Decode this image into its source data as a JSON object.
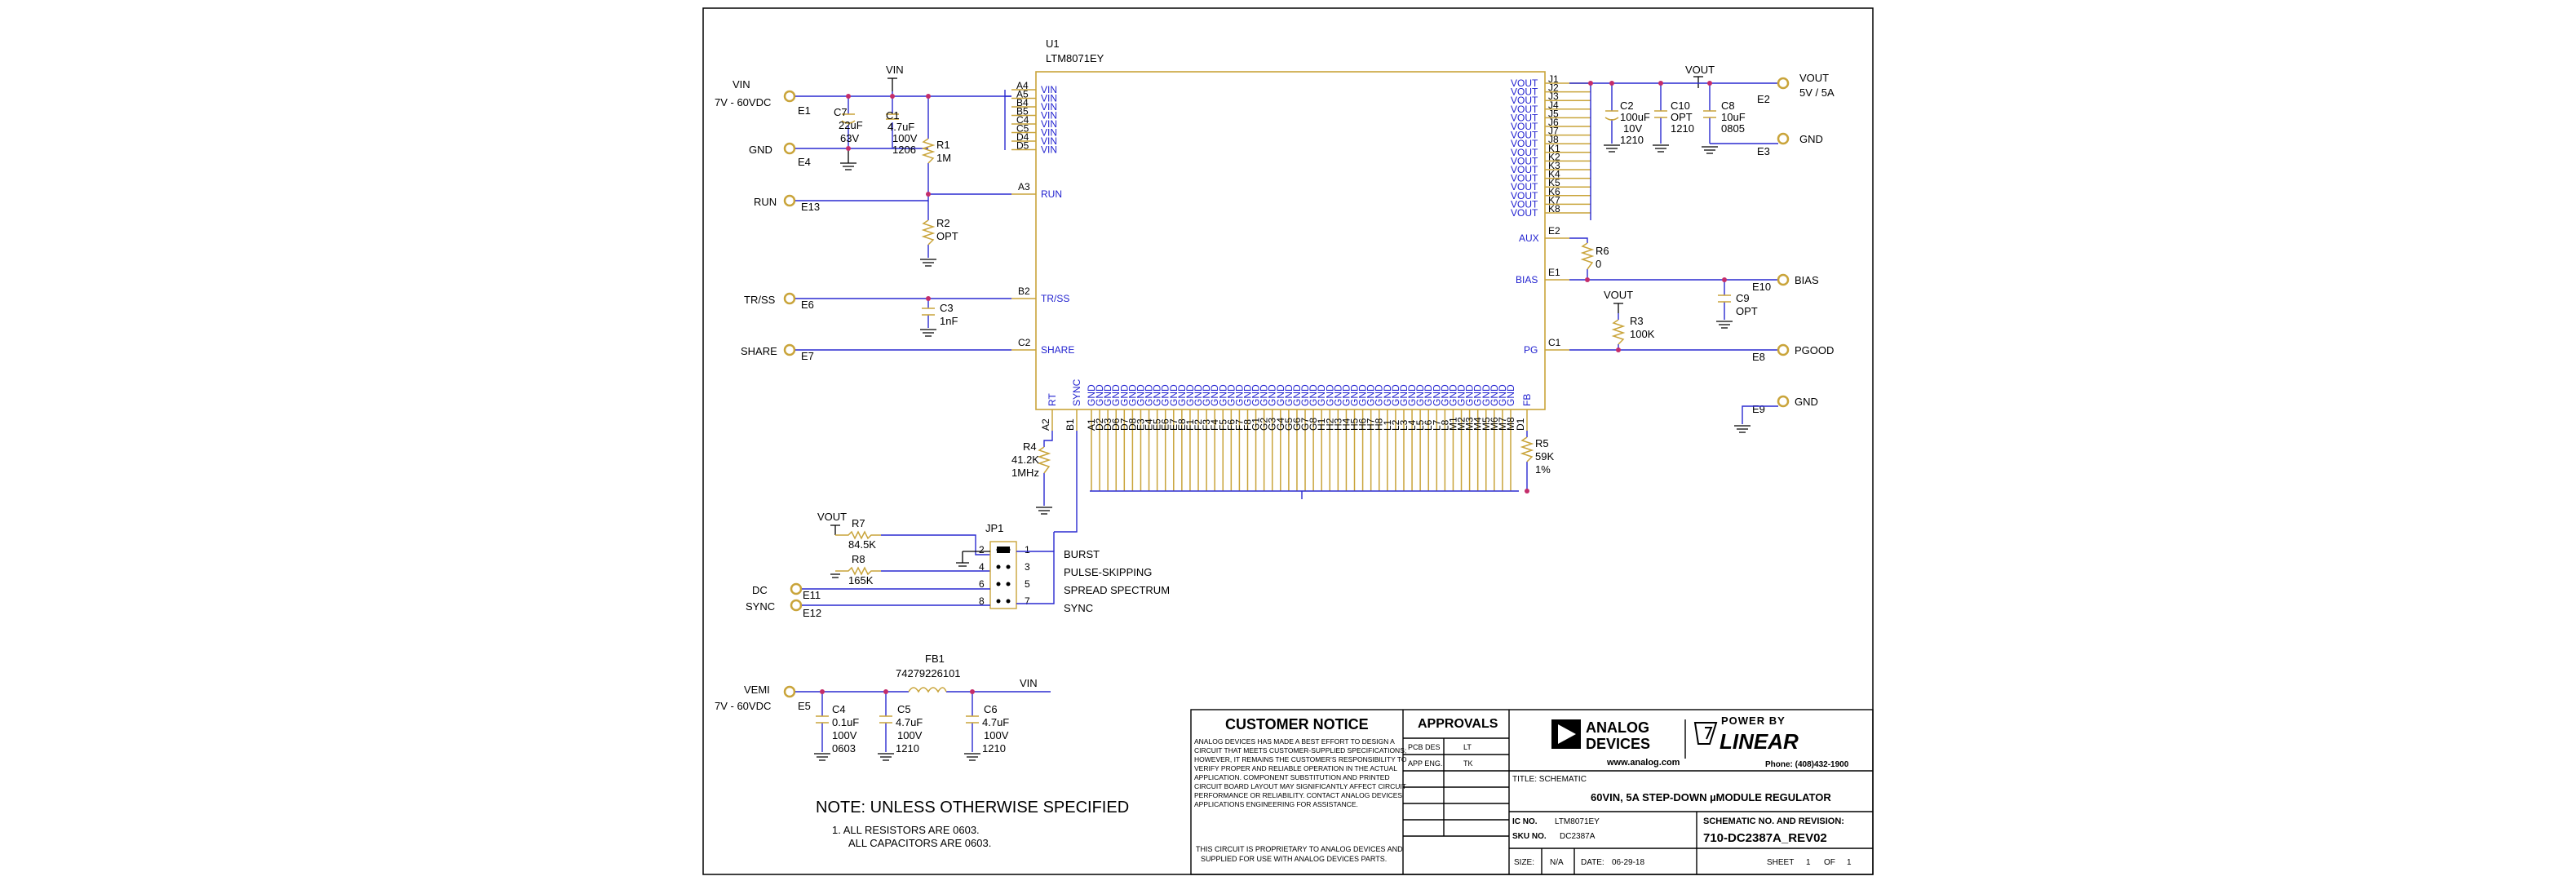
{
  "ic": {
    "ref": "U1",
    "part": "LTM8071EY"
  },
  "inputs": {
    "vin": {
      "net": "VIN",
      "range": "7V - 60VDC",
      "pad": "E1"
    },
    "gnd": {
      "net": "GND",
      "pad": "E4"
    },
    "run": {
      "net": "RUN",
      "pad": "E13"
    },
    "trss": {
      "net": "TR/SS",
      "pad": "E6"
    },
    "share": {
      "net": "SHARE",
      "pad": "E7"
    },
    "dc": {
      "net": "DC",
      "pad": "E11"
    },
    "sync": {
      "net": "SYNC",
      "pad": "E12"
    },
    "vemi": {
      "net": "VEMI",
      "range": "7V - 60VDC",
      "pad": "E5"
    }
  },
  "outputs": {
    "vout": {
      "net": "VOUT",
      "rating": "5V / 5A",
      "pad": "E2"
    },
    "gnd": {
      "net": "GND",
      "pad": "E3"
    },
    "bias": {
      "net": "BIAS",
      "pad": "E10"
    },
    "pgood": {
      "net": "PGOOD",
      "pad": "E8"
    },
    "gnd2": {
      "net": "GND",
      "pad": "E9"
    }
  },
  "nets": {
    "vin": "VIN",
    "vout": "VOUT"
  },
  "components": {
    "c7": {
      "ref": "C7",
      "v1": "22uF",
      "v2": "63V"
    },
    "c1": {
      "ref": "C1",
      "v1": "4.7uF",
      "v2": "100V",
      "v3": "1206"
    },
    "r1": {
      "ref": "R1",
      "v1": "1M"
    },
    "r2": {
      "ref": "R2",
      "v1": "OPT"
    },
    "c3": {
      "ref": "C3",
      "v1": "1nF"
    },
    "r4": {
      "ref": "R4",
      "v1": "41.2K",
      "v2": "1MHz"
    },
    "r5": {
      "ref": "R5",
      "v1": "59K",
      "v2": "1%"
    },
    "r6": {
      "ref": "R6",
      "v1": "0"
    },
    "r3": {
      "ref": "R3",
      "v1": "100K"
    },
    "c9": {
      "ref": "C9",
      "v1": "OPT"
    },
    "c2": {
      "ref": "C2",
      "v1": "100uF",
      "v2": "10V",
      "v3": "1210"
    },
    "c10": {
      "ref": "C10",
      "v1": "OPT",
      "v2": "1210"
    },
    "c8": {
      "ref": "C8",
      "v1": "10uF",
      "v2": "0805"
    },
    "r7": {
      "ref": "R7",
      "v1": "84.5K"
    },
    "r8": {
      "ref": "R8",
      "v1": "165K"
    },
    "jp1": {
      "ref": "JP1"
    },
    "fb1": {
      "ref": "FB1",
      "v1": "74279226101"
    },
    "c4": {
      "ref": "C4",
      "v1": "0.1uF",
      "v2": "100V",
      "v3": "0603"
    },
    "c5": {
      "ref": "C5",
      "v1": "4.7uF",
      "v2": "100V",
      "v3": "1210"
    },
    "c6": {
      "ref": "C6",
      "v1": "4.7uF",
      "v2": "100V",
      "v3": "1210"
    }
  },
  "pins": {
    "vin_nums": [
      "A4",
      "A5",
      "B4",
      "B5",
      "C4",
      "C5",
      "D4",
      "D5"
    ],
    "vin_name": "VIN",
    "vout_nums": [
      "J1",
      "J2",
      "J3",
      "J4",
      "J5",
      "J6",
      "J7",
      "J8",
      "K1",
      "K2",
      "K3",
      "K4",
      "K5",
      "K6",
      "K7",
      "K8"
    ],
    "vout_name": "VOUT",
    "run": {
      "num": "A3",
      "name": "RUN"
    },
    "trss": {
      "num": "B2",
      "name": "TR/SS"
    },
    "share": {
      "num": "C2",
      "name": "SHARE"
    },
    "aux": {
      "num": "E2",
      "name": "AUX"
    },
    "bias": {
      "num": "E1",
      "name": "BIAS"
    },
    "pg": {
      "num": "C1",
      "name": "PG"
    },
    "rt": {
      "num": "A2",
      "name": "RT"
    },
    "sync": {
      "num": "B1",
      "name": "SYNC"
    },
    "fb": {
      "num": "D1",
      "name": "FB"
    },
    "gnd_nums": [
      "A1",
      "D2",
      "D3",
      "D6",
      "D7",
      "D8",
      "E3",
      "E4",
      "E5",
      "E6",
      "E7",
      "E8",
      "F1",
      "F2",
      "F3",
      "F4",
      "F5",
      "F6",
      "F7",
      "F8",
      "G1",
      "G2",
      "G3",
      "G4",
      "G5",
      "G6",
      "G7",
      "G8",
      "H1",
      "H2",
      "H3",
      "H4",
      "H5",
      "H6",
      "H7",
      "H8",
      "L1",
      "L2",
      "L3",
      "L4",
      "L5",
      "L6",
      "L7",
      "L8",
      "M1",
      "M2",
      "M3",
      "M4",
      "M5",
      "M6",
      "M7",
      "M8"
    ],
    "gnd_name": "GND"
  },
  "jumper": {
    "pins": [
      "1",
      "2",
      "3",
      "4",
      "5",
      "6",
      "7",
      "8"
    ],
    "modes": [
      "BURST",
      "PULSE-SKIPPING",
      "SPREAD SPECTRUM",
      "SYNC"
    ]
  },
  "notes": {
    "heading": "NOTE: UNLESS OTHERWISE SPECIFIED",
    "line1": "1.  ALL RESISTORS ARE 0603.",
    "line2": "ALL CAPACITORS ARE 0603."
  },
  "title_block": {
    "customer_notice": "CUSTOMER NOTICE",
    "notice_lines": [
      "ANALOG DEVICES HAS MADE A BEST EFFORT TO DESIGN A",
      "CIRCUIT THAT MEETS CUSTOMER-SUPPLIED SPECIFICATIONS;",
      "HOWEVER, IT REMAINS THE CUSTOMER'S RESPONSIBILITY TO",
      "VERIFY PROPER AND RELIABLE OPERATION IN THE ACTUAL",
      "APPLICATION. COMPONENT SUBSTITUTION AND PRINTED",
      "CIRCUIT BOARD LAYOUT MAY SIGNIFICANTLY AFFECT CIRCUIT",
      "PERFORMANCE OR RELIABILITY. CONTACT ANALOG DEVICES",
      "APPLICATIONS ENGINEERING FOR ASSISTANCE."
    ],
    "proprietary_1": "THIS CIRCUIT IS PROPRIETARY TO ANALOG DEVICES AND",
    "proprietary_2": "SUPPLIED FOR USE WITH ANALOG DEVICES PARTS.",
    "approvals": "APPROVALS",
    "pcb_des_label": "PCB DES",
    "pcb_des": "LT",
    "app_eng_label": "APP ENG.",
    "app_eng": "TK",
    "logo_analog_1": "ANALOG",
    "logo_analog_2": "DEVICES",
    "web": "www.analog.com",
    "powered_by": "POWER BY",
    "linear": "LINEAR",
    "phone": "Phone: (408)432-1900",
    "title_label": "TITLE: SCHEMATIC",
    "title": "60VIN, 5A STEP-DOWN µMODULE REGULATOR",
    "ic_no_label": "IC NO.",
    "ic_no": "LTM8071EY",
    "sku_label": "SKU NO.",
    "sku": "DC2387A",
    "sch_label": "SCHEMATIC NO. AND REVISION:",
    "sch_no": "710-DC2387A_REV02",
    "size_label": "SIZE:",
    "size": "N/A",
    "date_label": "DATE:",
    "date": "06-29-18",
    "sheet_label": "SHEET",
    "sheet": "1",
    "of_label": "OF",
    "of": "1"
  }
}
